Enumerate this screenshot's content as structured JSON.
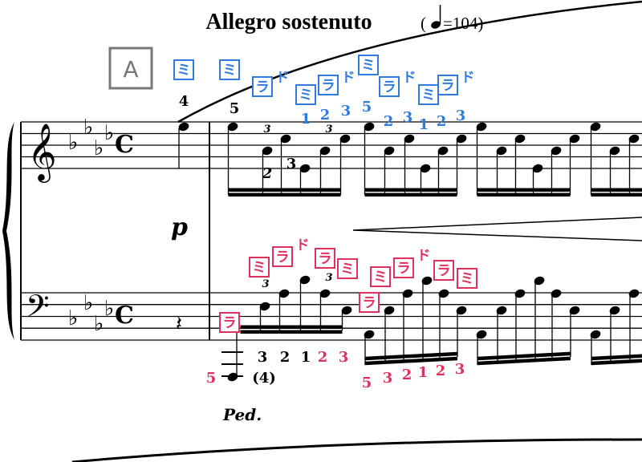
{
  "score": {
    "title": "Allegro sostenuto",
    "tempo_open": "(",
    "tempo_value": "=104)",
    "rehearsal_mark": "A",
    "time_signature": "C",
    "dynamic": "p",
    "pedal": "Ped.",
    "treble_labels": [
      "ミ",
      "ミ",
      "ラ",
      "ド",
      "ミ",
      "ラ",
      "ド",
      "ミ",
      "ラ",
      "ド",
      "ミ",
      "ラ",
      "ド"
    ],
    "treble_label_boxed": [
      true,
      true,
      true,
      false,
      true,
      true,
      false,
      true,
      true,
      false,
      true,
      true,
      false
    ],
    "treble_fingerings_black": [
      "4",
      "5"
    ],
    "treble_fingerings_blue": [
      "1",
      "2",
      "3",
      "5",
      "2",
      "3",
      "1",
      "2",
      "3"
    ],
    "bass_labels": [
      "ラ",
      "ミ",
      "ラ",
      "ド",
      "ラ",
      "ミ",
      "ラ",
      "ミ",
      "ラ",
      "ド",
      "ラ",
      "ミ"
    ],
    "bass_label_boxed": [
      true,
      true,
      true,
      false,
      true,
      true,
      true,
      true,
      true,
      false,
      true,
      true
    ],
    "bass_fingerings_black": [
      "3",
      "2",
      "1",
      "(4)"
    ],
    "bass_fingerings_pink": [
      "2",
      "3",
      "5",
      "5",
      "3",
      "2",
      "1",
      "2",
      "3"
    ],
    "triplet": "3",
    "colors": {
      "blue": "#2f7be0",
      "pink": "#e0305e",
      "gray": "#777777"
    }
  }
}
